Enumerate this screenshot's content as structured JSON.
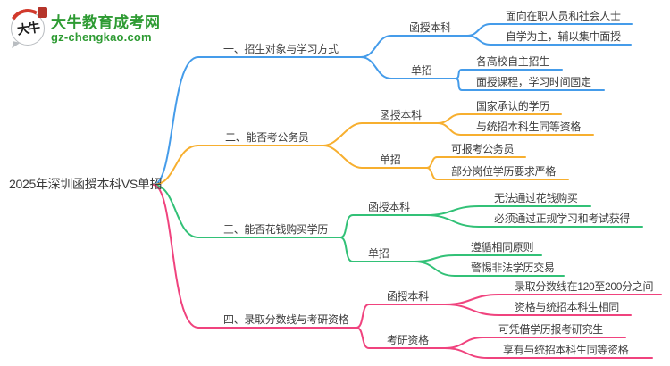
{
  "site": {
    "name": "大牛教育成考网",
    "domain": "gz-chengkao.com",
    "logo_text": "大牛",
    "brand_color": "#2e9b33"
  },
  "root": {
    "label": "2025年深圳函授本科VS单招"
  },
  "branches": [
    {
      "label": "一、招生对象与学习方式",
      "color": "#459CEA",
      "children": [
        {
          "label": "函授本科",
          "leaves": [
            "面向在职人员和社会人士",
            "自学为主，辅以集中面授"
          ]
        },
        {
          "label": "单招",
          "leaves": [
            "各高校自主招生",
            "面授课程，学习时间固定"
          ]
        }
      ]
    },
    {
      "label": "二、能否考公务员",
      "color": "#F7AF2F",
      "children": [
        {
          "label": "函授本科",
          "leaves": [
            "国家承认的学历",
            "与统招本科生同等资格"
          ]
        },
        {
          "label": "单招",
          "leaves": [
            "可报考公务员",
            "部分岗位学历要求严格"
          ]
        }
      ]
    },
    {
      "label": "三、能否花钱购买学历",
      "color": "#32C177",
      "children": [
        {
          "label": "函授本科",
          "leaves": [
            "无法通过花钱购买",
            "必须通过正规学习和考试获得"
          ]
        },
        {
          "label": "单招",
          "leaves": [
            "遵循相同原则",
            "警惕非法学历交易"
          ]
        }
      ]
    },
    {
      "label": "四、录取分数线与考研资格",
      "color": "#F0437E",
      "children": [
        {
          "label": "函授本科",
          "leaves": [
            "录取分数线在120至200分之间",
            "资格与统招本科生相同"
          ]
        },
        {
          "label": "考研资格",
          "leaves": [
            "可凭借学历报考研究生",
            "享有与统招本科生同等资格"
          ]
        }
      ]
    }
  ]
}
